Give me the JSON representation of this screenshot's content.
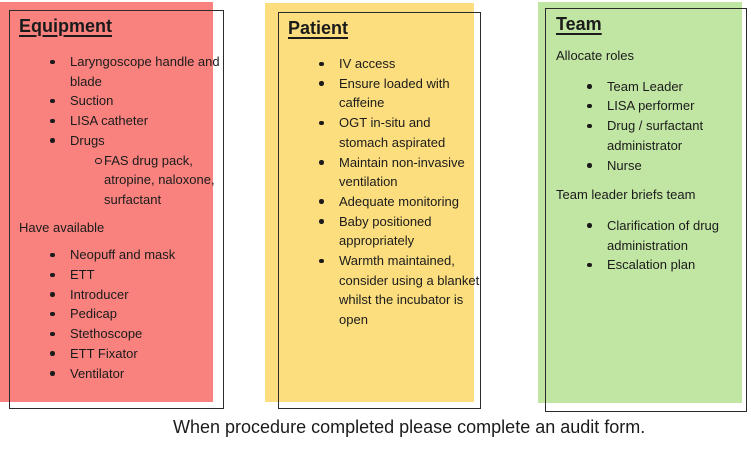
{
  "colors": {
    "equipment_fill": "#F9827E",
    "patient_fill": "#FCDE7E",
    "team_fill": "#C1E5A3",
    "outline": "#2B2B2B",
    "text": "#1B1B1B"
  },
  "equipment": {
    "title": "Equipment",
    "primary_items": [
      "Laryngoscope handle and blade",
      "Suction",
      "LISA catheter",
      "Drugs"
    ],
    "drugs_subitems": [
      "FAS drug pack, atropine, naloxone, surfactant"
    ],
    "have_available_label": "Have available",
    "available_items": [
      "Neopuff and mask",
      "ETT",
      "Introducer",
      "Pedicap",
      "Stethoscope",
      "ETT Fixator",
      "Ventilator"
    ]
  },
  "patient": {
    "title": "Patient",
    "items": [
      "IV access",
      "Ensure loaded with caffeine",
      "OGT in-situ and stomach aspirated",
      "Maintain non-invasive ventilation",
      "Adequate monitoring",
      "Baby positioned appropriately",
      "Warmth maintained, consider using a blanket whilst the incubator is open"
    ]
  },
  "team": {
    "title": "Team",
    "allocate_roles_label": "Allocate roles",
    "roles": [
      "Team Leader",
      "LISA performer",
      "Drug / surfactant administrator",
      "Nurse"
    ],
    "briefing_label": "Team leader briefs team",
    "briefing_items": [
      "Clarification of drug administration",
      "Escalation plan"
    ]
  },
  "footer": {
    "text": "When procedure completed please complete an audit form."
  }
}
